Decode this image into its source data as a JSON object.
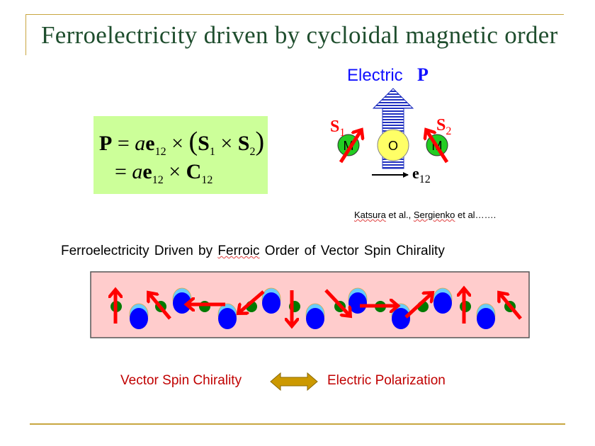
{
  "slide": {
    "title": "Ferroelectricity driven by cycloidal magnetic order",
    "formula": {
      "line1_lhs": "P",
      "line1_rhs": "= ae12 × (S1 × S2)",
      "line2": "= ae12 × C12"
    },
    "diagram": {
      "electric_label": "Electric",
      "electric_symbol": "P",
      "s1": "S",
      "s1_sub": "1",
      "s2": "S",
      "s2_sub": "2",
      "m_label": "M",
      "o_label": "O",
      "e_label": "e",
      "e_sub": "12"
    },
    "citation": {
      "author1": "Katsura",
      "mid": " et al., ",
      "author2": "Sergienko",
      "end": " et al……."
    },
    "subtitle": {
      "pre": "Ferroelectricity Driven by ",
      "wavy": "Ferroic",
      "post": " Order of Vector Spin Chirality"
    },
    "legend": {
      "left": "Vector Spin Chirality",
      "right": "Electric Polarization"
    },
    "colors": {
      "arrow": "#ff0000",
      "accent_line": "#c8a640",
      "chain_bg": "#ffcccc",
      "formula_bg": "#ccff99"
    }
  }
}
